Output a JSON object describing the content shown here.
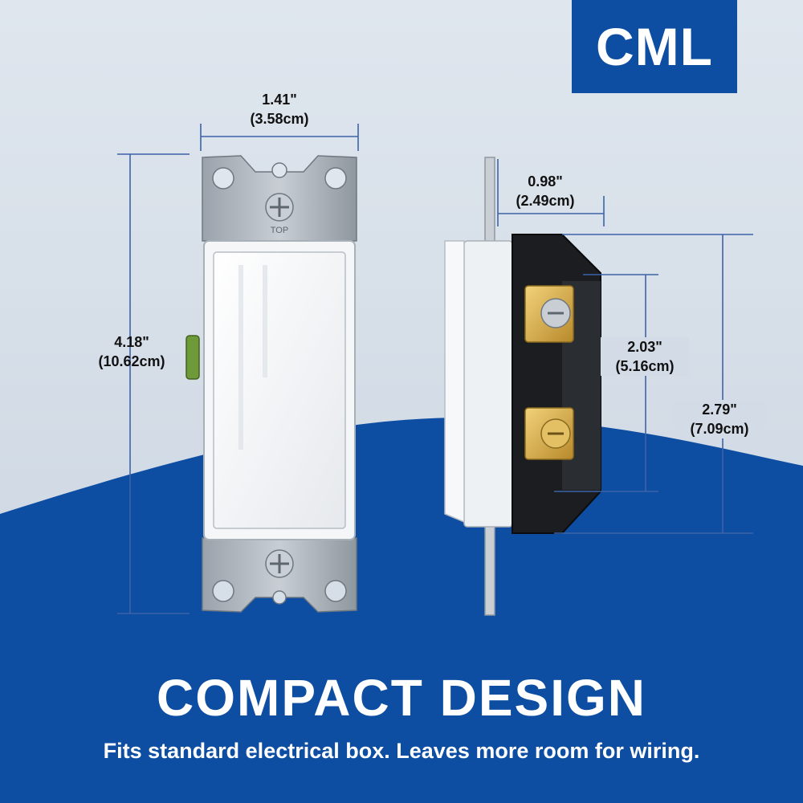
{
  "brand": {
    "name": "CML"
  },
  "front_view": {
    "width": {
      "inches": "1.41\"",
      "cm": "(3.58cm)"
    },
    "height": {
      "inches": "4.18\"",
      "cm": "(10.62cm)"
    },
    "strap_mark": "TOP"
  },
  "side_view": {
    "depth": {
      "inches": "0.98\"",
      "cm": "(2.49cm)"
    },
    "terminal_spacing": {
      "inches": "2.03\"",
      "cm": "(5.16cm)"
    },
    "body_height": {
      "inches": "2.79\"",
      "cm": "(7.09cm)"
    }
  },
  "headline": "COMPACT DESIGN",
  "subline": "Fits standard electrical box. Leaves more room for wiring.",
  "colors": {
    "accent": "#0d4ea3",
    "dimension_line": "#3d63a8"
  }
}
